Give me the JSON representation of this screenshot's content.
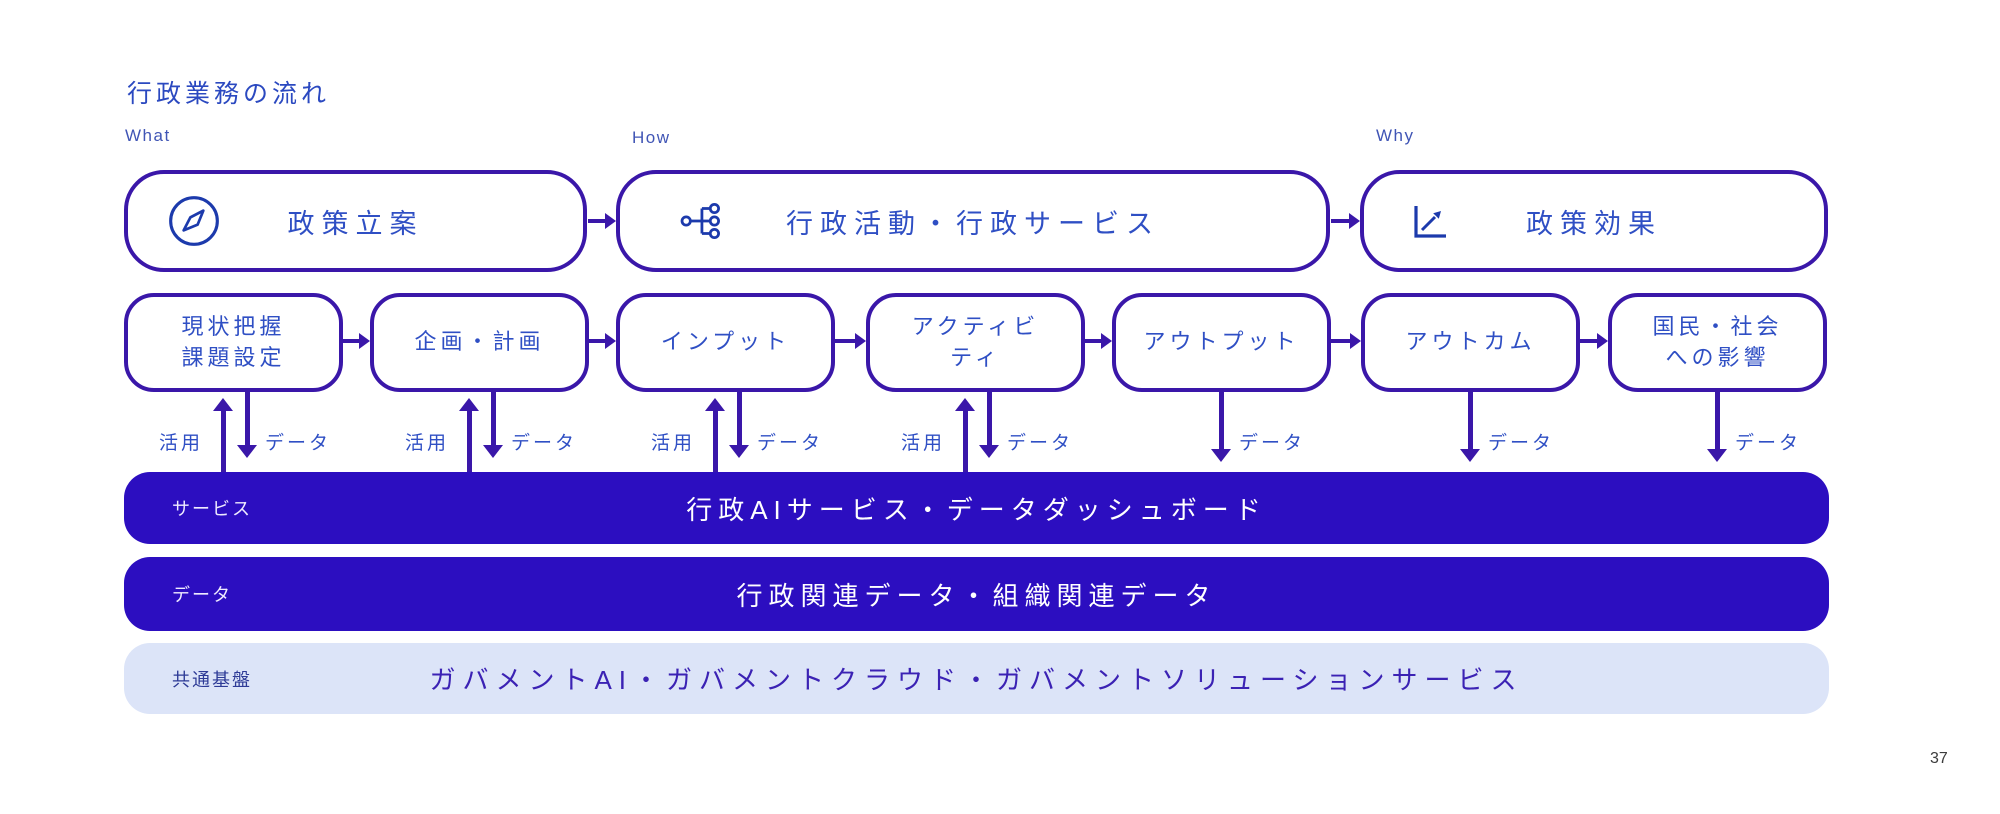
{
  "page": {
    "title": "行政業務の流れ",
    "page_number": "37"
  },
  "columns": {
    "what": "What",
    "how": "How",
    "why": "Why"
  },
  "phases": [
    {
      "label": "政策立案",
      "icon": "compass-icon"
    },
    {
      "label": "行政活動・行政サービス",
      "icon": "hierarchy-icon"
    },
    {
      "label": "政策効果",
      "icon": "growth-chart-icon"
    }
  ],
  "stages": [
    {
      "label": "現状把握\n課題設定"
    },
    {
      "label": "企画・計画"
    },
    {
      "label": "インプット"
    },
    {
      "label": "アクティビ\nティ"
    },
    {
      "label": "アウトプット"
    },
    {
      "label": "アウトカム"
    },
    {
      "label": "国民・社会\nへの影響"
    }
  ],
  "flow_labels": {
    "use": "活用",
    "data": "データ"
  },
  "layers": [
    {
      "side_label": "サービス",
      "title": "行政AIサービス・データダッシュボード"
    },
    {
      "side_label": "データ",
      "title": "行政関連データ・組織関連データ"
    },
    {
      "side_label": "共通基盤",
      "title": "ガバメントAI・ガバメントクラウド・ガバメントソリューションサービス"
    }
  ],
  "colors": {
    "box_border": "#3A17A9",
    "box_text": "#2F4FC4",
    "bar_dark": "#2C0EC0",
    "bar_dark_text": "#FFFFFF",
    "bar_light": "#DCE4F8",
    "bar_light_text": "#3B22B4",
    "bar_light_label": "#2D3A96"
  }
}
